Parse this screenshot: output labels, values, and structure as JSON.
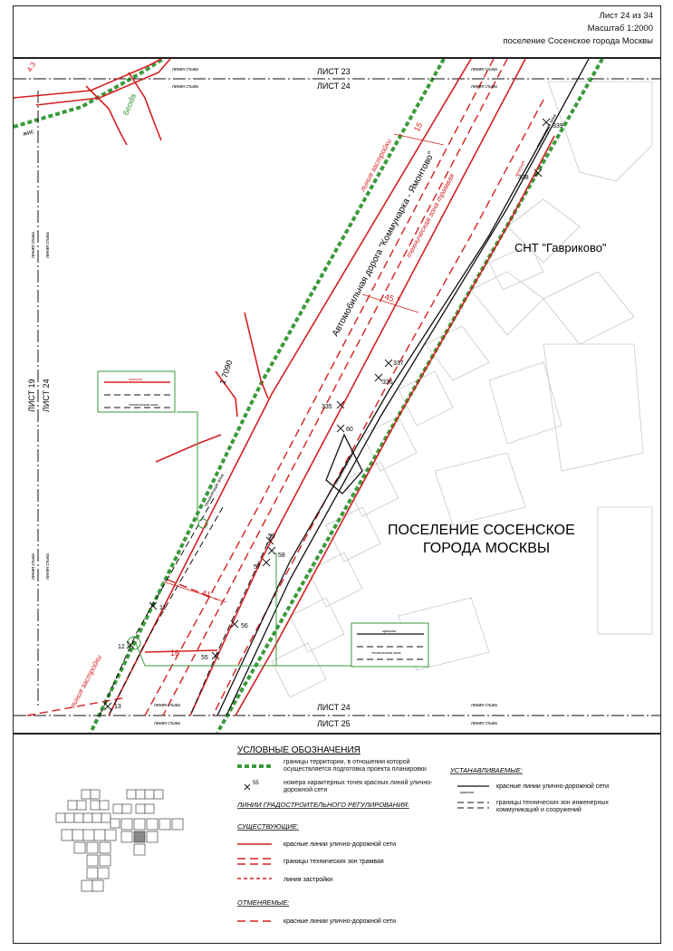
{
  "header": {
    "sheet": "Лист 24 из 34",
    "scale": "Масштаб 1:2000",
    "place": "поселение Сосенское города Москвы"
  },
  "map": {
    "sheet_top": "ЛИСТ 23",
    "sheet_current": "ЛИСТ 24",
    "sheet_bottom": "ЛИСТ 25",
    "sheet_left": "ЛИСТ 19",
    "junction_line": "линия стыка",
    "road_name": "Автомобильная дорога \"Коммунарка - Ямонтово\"",
    "tram_zone": "техническая зона трамвая",
    "build_line": "линия застройки",
    "snt": "СНТ \"Гавриково\"",
    "settlement_line1": "ПОСЕЛЕНИЕ СОСЕНСКОЕ",
    "settlement_line2": "ГОРОДА МОСКВЫ",
    "red_word": "красная",
    "zone_word": "техническая зона",
    "misc_label_1": "1 7090",
    "misc_label_2": "6eodв",
    "misc_label_3": "4.3",
    "misc_label_4": "жис",
    "dims": [
      "15",
      "45.7",
      "41",
      "16"
    ],
    "points": [
      "339",
      "338",
      "337",
      "336",
      "335",
      "60",
      "59",
      "58",
      "57",
      "56",
      "55",
      "11",
      "12",
      "13"
    ]
  },
  "legend": {
    "title": "УСЛОВНЫЕ ОБОЗНАЧЕНИЯ",
    "boundary_text": "границы территории, в отношении которой осуществляется подготовка проекта планировки",
    "point_number": "55",
    "points_text": "номера характерных точек красных линий улично-дорожной сети",
    "regulation_header": "ЛИНИИ ГРАДОСТРОИТЕЛЬНОГО РЕГУЛИРОВАНИЯ:",
    "existing_header": "СУЩЕСТВУЮЩИЕ:",
    "existing_red": "красные линии улично-дорожной сети",
    "existing_tram": "границы технических зон трамвая",
    "existing_build": "линия застройки",
    "cancelled_header": "ОТМЕНЯЕМЫЕ:",
    "cancelled_red": "красные линии улично-дорожной сети",
    "established_header": "УСТАНАВЛИВАЕМЫЕ:",
    "established_red": "красные линии улично-дорожной сети",
    "established_zones": "границы технических зон инженерных коммуникаций и сооружений"
  },
  "colors": {
    "red": "#d42020",
    "green": "#3a9a3a",
    "black": "#111111",
    "grey": "#c8c8c8"
  }
}
